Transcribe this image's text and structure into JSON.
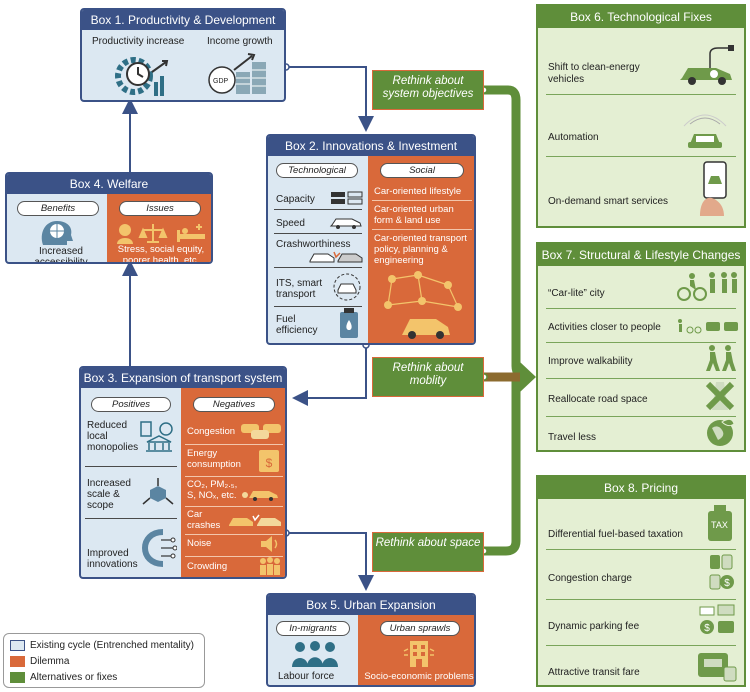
{
  "box1": {
    "title": "Box 1. Productivity & Development",
    "productivity": "Productivity increase",
    "income": "Income growth",
    "gdp": "GDP"
  },
  "box2": {
    "title": "Box 2. Innovations & Investment",
    "technological": "Technological",
    "social": "Social",
    "tech_items": [
      "Capacity",
      "Speed",
      "Crashworthiness",
      "ITS, smart transport",
      "Fuel efficiency"
    ],
    "social_items": [
      "Car-oriented lifestyle",
      "Car-oriented urban form & land use",
      "Car-oriented transport policy, planning & engineering"
    ]
  },
  "box3": {
    "title": "Box 3. Expansion of transport system",
    "positives": "Positives",
    "negatives": "Negatives",
    "pos_items": [
      "Reduced local monopolies",
      "Increased scale & scope",
      "Improved innovations"
    ],
    "neg_items": [
      "Congestion",
      "Energy consumption",
      "CO₂, PM₂.₅, S, NOₓ, etc.",
      "Car crashes",
      "Noise",
      "Crowding"
    ]
  },
  "box4": {
    "title": "Box 4. Welfare",
    "benefits": "Benefits",
    "issues": "Issues",
    "benefit_text": "Increased accessibility",
    "issue_text": "Stress, social equity, poorer health, etc."
  },
  "box5": {
    "title": "Box 5. Urban Expansion",
    "in_migrants": "In-migrants",
    "urban_sprawls": "Urban sprawls",
    "left_text": "Labour force",
    "right_text": "Socio-economic problems"
  },
  "box6": {
    "title": "Box 6. Technological Fixes",
    "items": [
      "Shift to clean-energy vehicles",
      "Automation",
      "On-demand smart services"
    ]
  },
  "box7": {
    "title": "Box 7. Structural & Lifestyle Changes",
    "items": [
      "“Car-lite” city",
      "Activities closer to people",
      "Improve walkability",
      "Reallocate road space",
      "Travel less"
    ]
  },
  "box8": {
    "title": "Box 8. Pricing",
    "items": [
      "Differential fuel-based taxation",
      "Congestion charge",
      "Dynamic parking fee",
      "Attractive transit fare"
    ],
    "tax": "TAX"
  },
  "rethink": {
    "objectives": "Rethink about system objectives",
    "mobility": "Rethink about moblity",
    "space": "Rethink about space"
  },
  "legend": {
    "existing": "Existing cycle  (Entrenched mentality)",
    "dilemma": "Dilemma",
    "alternatives": "Alternatives or fixes"
  },
  "colors": {
    "existing": "#dce8f2",
    "dilemma": "#d9693a",
    "alternatives": "#5f8e3a",
    "header": "#3b5287"
  }
}
